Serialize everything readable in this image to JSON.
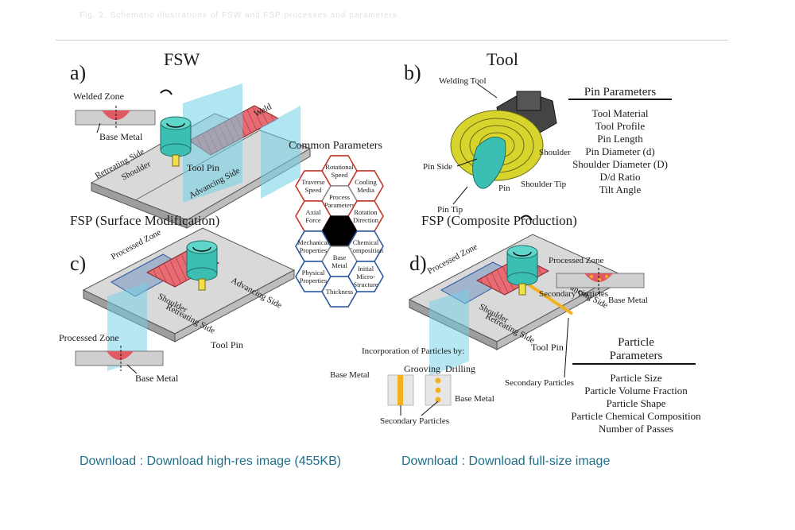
{
  "header": {
    "blurred_text": "Fig. 2. Schematic illustrations of FSW and FSP processes and parameters"
  },
  "panels": {
    "a": {
      "letter": "a)",
      "title": "FSW",
      "welded_zone": "Welded Zone",
      "base_metal": "Base Metal",
      "weld": "Weld",
      "retreating_side": "Retreating Side",
      "shoulder": "Shoulder",
      "tool_pin": "Tool Pin",
      "advancing_side": "Advancing Side"
    },
    "b": {
      "letter": "b)",
      "title": "Tool",
      "welding_tool": "Welding Tool",
      "shoulder": "Shoulder",
      "pin_side": "Pin Side",
      "pin": "Pin",
      "shoulder_tip": "Shoulder Tip",
      "pin_tip": "Pin Tip",
      "pin_params_title": "Pin Parameters",
      "pin_params": [
        "Tool Material",
        "Tool Profile",
        "Pin Length",
        "Pin Diameter (d)",
        "Shoulder Diameter (D)",
        "D/d Ratio",
        "Tilt Angle"
      ]
    },
    "c": {
      "letter": "c)",
      "title": "FSP (Surface Modification)",
      "processed_zone": "Processed Zone",
      "shoulder": "Shoulder",
      "retreating_side": "Retreating Side",
      "tool_pin": "Tool Pin",
      "advancing_side": "Advancing Side",
      "processed_zone_2": "Processed Zone",
      "base_metal": "Base Metal"
    },
    "d": {
      "letter": "d)",
      "title": "FSP (Composite Production)",
      "processed_zone": "Processed Zone",
      "processed_zone_2": "Processed Zone",
      "secondary_particles": "Secondary Particles",
      "base_metal": "Base Metal",
      "shoulder": "Shoulder",
      "retreating_side": "Retreating Side",
      "tool_pin": "Tool Pin",
      "advancing_side": "Advancing Side",
      "secondary_particles_2": "Secondary Particles",
      "incorporation": "Incorporation of Particles by:",
      "grooving": "Grooving",
      "drilling": "Drilling",
      "base_metal_left": "Base Metal",
      "base_metal_right": "Base Metal",
      "secondary_particles_3": "Secondary Particles",
      "particle_params_title_1": "Particle",
      "particle_params_title_2": "Parameters",
      "particle_params": [
        "Particle Size",
        "Particle Volume Fraction",
        "Particle Shape",
        "Particle Chemical Composition",
        "Number of Passes"
      ]
    }
  },
  "common": {
    "title": "Common Parameters",
    "hexes": {
      "rotational_speed": [
        "Rotational",
        "Speed"
      ],
      "traverse_speed": [
        "Traverse",
        "Speed"
      ],
      "cooling_media": [
        "Cooling",
        "Media"
      ],
      "process_parameters": [
        "Process",
        "Parameters"
      ],
      "axial_force": [
        "Axial",
        "Force"
      ],
      "rotation_direction": [
        "Rotation",
        "Direction"
      ],
      "mechanical_properties": [
        "Mechanical",
        "Properties"
      ],
      "chemical_composition": [
        "Chemical",
        "Composition"
      ],
      "base_metal": [
        "Base",
        "Metal"
      ],
      "physical_properties": [
        "Physical",
        "Properties"
      ],
      "initial_microstructure": [
        "Initial",
        "Micro-",
        "Structure"
      ],
      "thickness": [
        "Thickness"
      ]
    }
  },
  "colors": {
    "plate": "#d9d9d9",
    "tool": "#3cbfb3",
    "weld": "#e05a63",
    "plane": "#6fd0e8",
    "particle": "#f2b11f",
    "link": "#1f6f8b"
  },
  "downloads": {
    "hires": "Download : Download high-res image (455KB)",
    "full": "Download : Download full-size image"
  }
}
